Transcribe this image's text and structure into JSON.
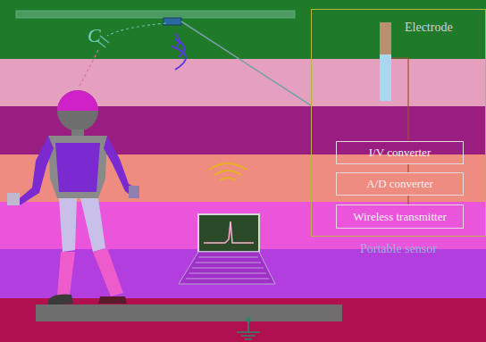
{
  "diagram": {
    "nodes": [
      {
        "text": [
          "Portable sensor"
        ]
      },
      {
        "text": [
          "I/V converter"
        ],
        "in": 0
      },
      {
        "text": [
          "A/D converter"
        ],
        "in": 0
      },
      {
        "text": [
          "Wireless transmitter"
        ],
        "in": 0
      }
    ],
    "edges": [
      {
        "from": 1,
        "to": 2,
        "arrow": "none"
      },
      {
        "from": 2,
        "to": 3,
        "arrow": "none"
      }
    ],
    "labels": [
      "C",
      "Electrode"
    ]
  }
}
